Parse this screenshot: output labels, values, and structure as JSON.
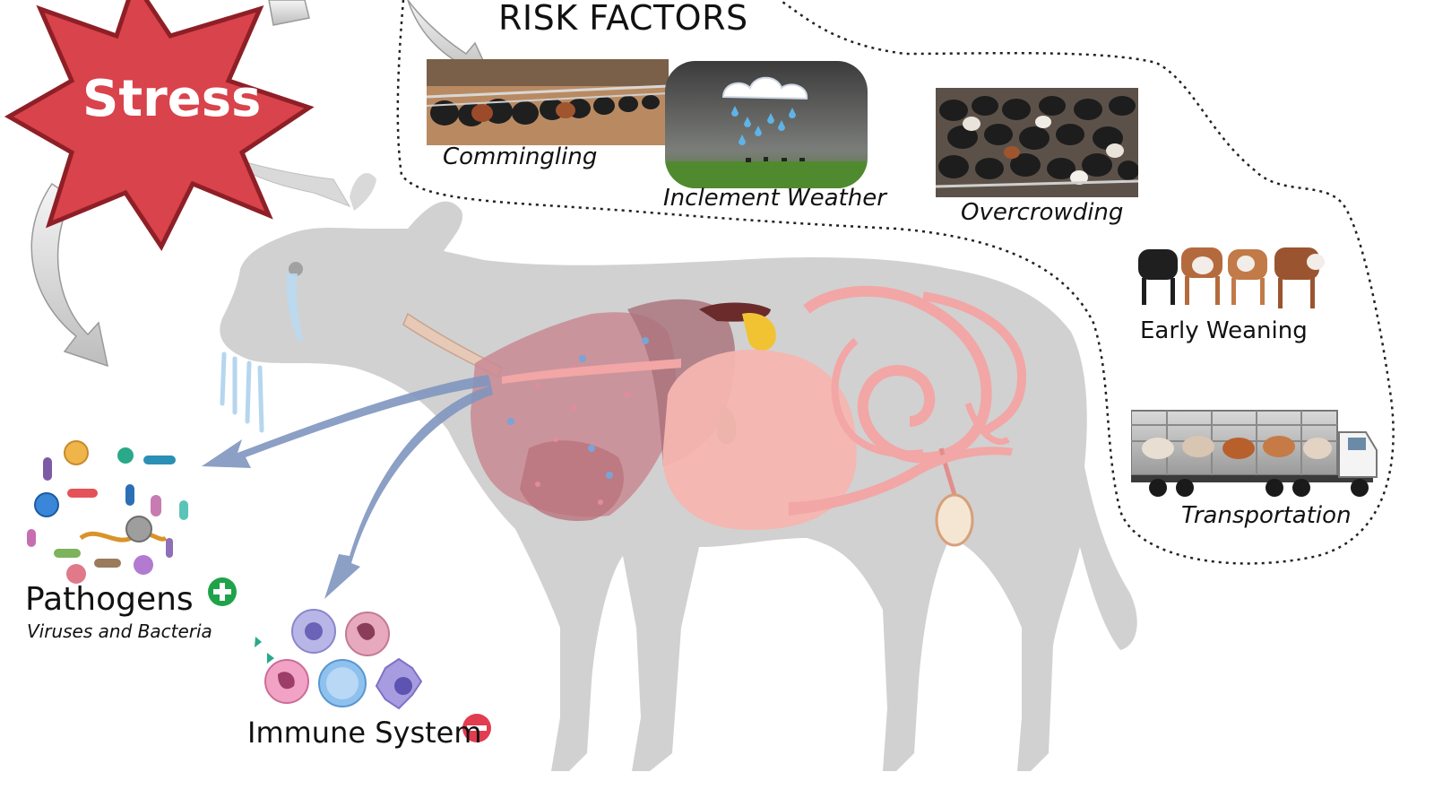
{
  "stress_label": "Stress",
  "risk": {
    "title": "RISK FACTORS",
    "items": [
      {
        "label": "Commingling"
      },
      {
        "label": "Inclement Weather"
      },
      {
        "label": "Overcrowding"
      },
      {
        "label": "Early Weaning"
      },
      {
        "label": "Transportation"
      }
    ]
  },
  "pathogens": {
    "title": "Pathogens",
    "subtitle": "Viruses and Bacteria",
    "sign": "plus"
  },
  "immune": {
    "title": "Immune System",
    "sign": "minus"
  },
  "colors": {
    "stress_red": "#d9434b",
    "cow_gray": "#cfcfcf",
    "lung_pink": "#c98a93",
    "gut_pink": "#f2a6a6",
    "arrow_blue": "#7f95bf",
    "plus_green": "#1ea34a",
    "minus_red": "#e23c50"
  }
}
